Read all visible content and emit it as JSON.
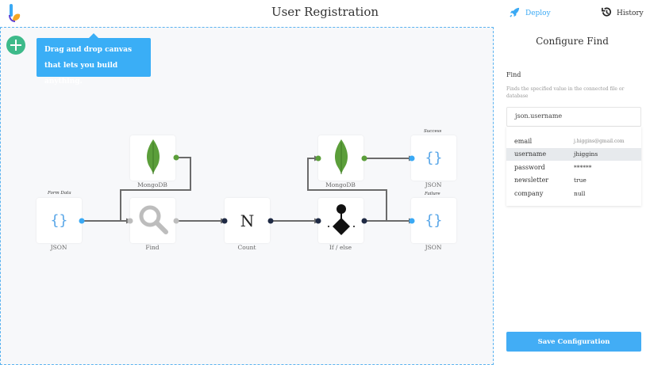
{
  "header": {
    "title": "User Registration",
    "deploy_label": "Deploy",
    "history_label": "History"
  },
  "canvas": {
    "tooltip_text": "Drag and drop canvas that lets you build anything.",
    "nodes": {
      "json_in": {
        "label": "JSON",
        "tag": "Form Data",
        "icon": "braces-icon"
      },
      "mongo_1": {
        "label": "MongoDB",
        "icon": "mongodb-leaf-icon"
      },
      "find": {
        "label": "Find",
        "icon": "magnifier-icon"
      },
      "count": {
        "label": "Count",
        "glyph": "N",
        "icon": "count-icon"
      },
      "mongo_2": {
        "label": "MongoDB",
        "icon": "mongodb-leaf-icon"
      },
      "ifelse": {
        "label": "If / else",
        "icon": "if-else-icon"
      },
      "json_success": {
        "label": "JSON",
        "tag": "Success",
        "icon": "braces-icon"
      },
      "json_failure": {
        "label": "JSON",
        "tag": "Failure",
        "icon": "braces-icon"
      }
    },
    "braces_glyph": "{}"
  },
  "panel": {
    "title": "Configure Find",
    "section_title": "Find",
    "section_desc": "Finds the specified value in the connected file or database",
    "input_value": "json.username",
    "options": [
      {
        "key": "email",
        "value": "j.higgins@gmail.com"
      },
      {
        "key": "username",
        "value": "jhiggins"
      },
      {
        "key": "password",
        "value": "******"
      },
      {
        "key": "newsletter",
        "value": "true"
      },
      {
        "key": "company",
        "value": "null"
      }
    ],
    "selected_option": "username",
    "save_label": "Save Configuration"
  },
  "colors": {
    "accent": "#42adf5",
    "add_button": "#3dba8a",
    "mongo_green": "#5b9e3a",
    "port_blue": "#3aa9f4",
    "port_green": "#5b9e3a",
    "port_dark": "#1f2a44",
    "wire": "#6b6b6b"
  }
}
